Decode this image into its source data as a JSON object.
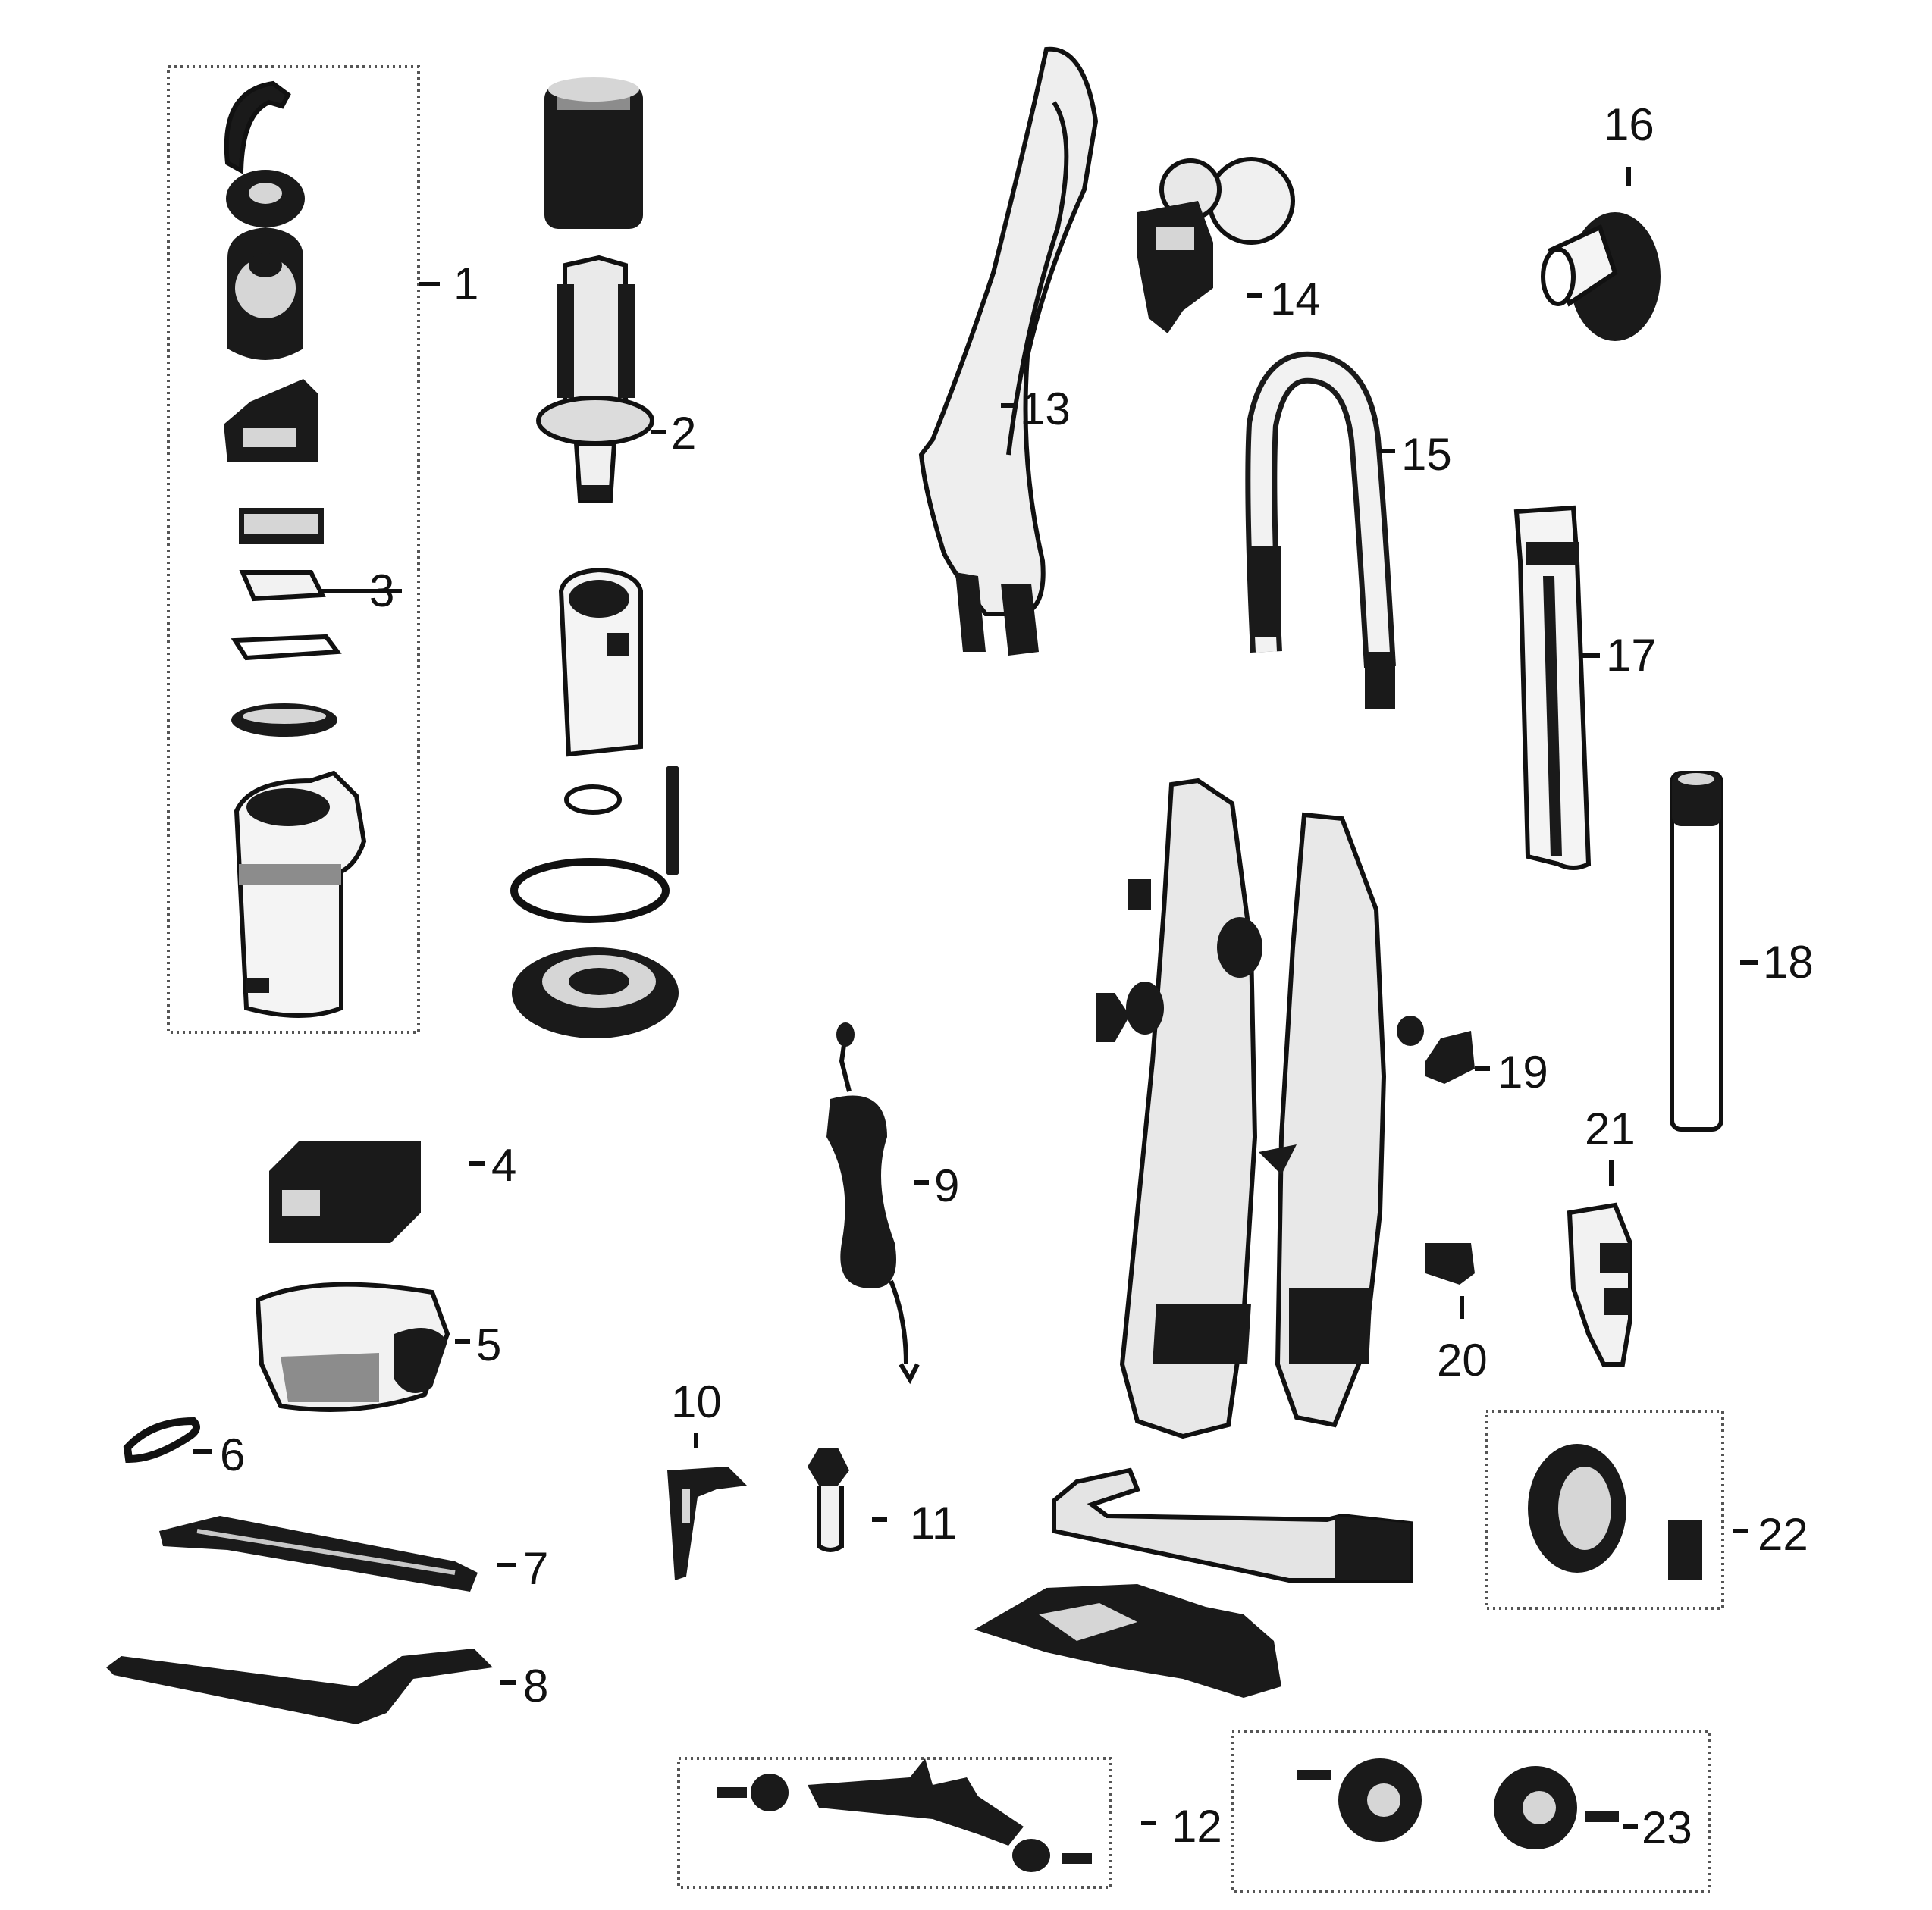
{
  "diagram": {
    "callouts": [
      {
        "id": "c1",
        "label": "1"
      },
      {
        "id": "c2",
        "label": "2"
      },
      {
        "id": "c3",
        "label": "3"
      },
      {
        "id": "c4",
        "label": "4"
      },
      {
        "id": "c5",
        "label": "5"
      },
      {
        "id": "c6",
        "label": "6"
      },
      {
        "id": "c7",
        "label": "7"
      },
      {
        "id": "c8",
        "label": "8"
      },
      {
        "id": "c9",
        "label": "9"
      },
      {
        "id": "c10",
        "label": "10"
      },
      {
        "id": "c11",
        "label": "11"
      },
      {
        "id": "c12",
        "label": "12"
      },
      {
        "id": "c13",
        "label": "13"
      },
      {
        "id": "c14",
        "label": "14"
      },
      {
        "id": "c15",
        "label": "15"
      },
      {
        "id": "c16",
        "label": "16"
      },
      {
        "id": "c17",
        "label": "17"
      },
      {
        "id": "c18",
        "label": "18"
      },
      {
        "id": "c19",
        "label": "19"
      },
      {
        "id": "c20",
        "label": "20"
      },
      {
        "id": "c21",
        "label": "21"
      },
      {
        "id": "c22",
        "label": "22"
      },
      {
        "id": "c23",
        "label": "23"
      }
    ]
  }
}
